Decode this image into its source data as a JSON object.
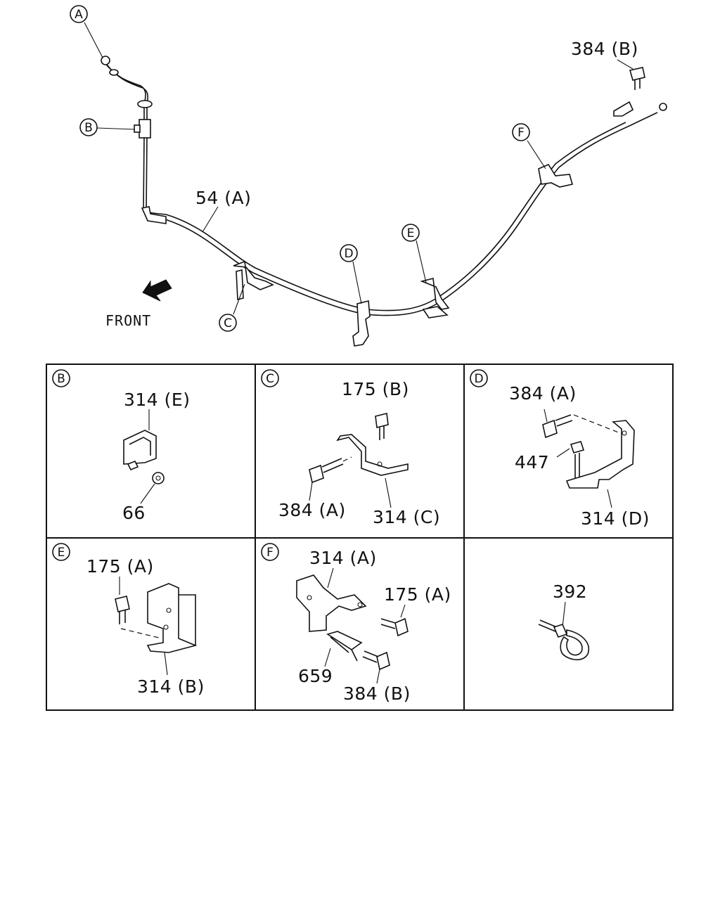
{
  "overview": {
    "callouts": {
      "A": "A",
      "B": "B",
      "C": "C",
      "D": "D",
      "E": "E",
      "F": "F"
    },
    "cable_label": "54 (A)",
    "bolt_label": "384 (B)",
    "front_label": "FRONT"
  },
  "panels": {
    "B": {
      "tag": "B",
      "labels": [
        "314 (E)",
        "66"
      ]
    },
    "C": {
      "tag": "C",
      "labels": [
        "175 (B)",
        "384 (A)",
        "314 (C)"
      ]
    },
    "D": {
      "tag": "D",
      "labels": [
        "384 (A)",
        "447",
        "314 (D)"
      ]
    },
    "E": {
      "tag": "E",
      "labels": [
        "175 (A)",
        "314 (B)"
      ]
    },
    "F": {
      "tag": "F",
      "labels": [
        "314 (A)",
        "175 (A)",
        "659",
        "384 (B)"
      ]
    },
    "G": {
      "tag": "",
      "labels": [
        "392"
      ]
    }
  }
}
